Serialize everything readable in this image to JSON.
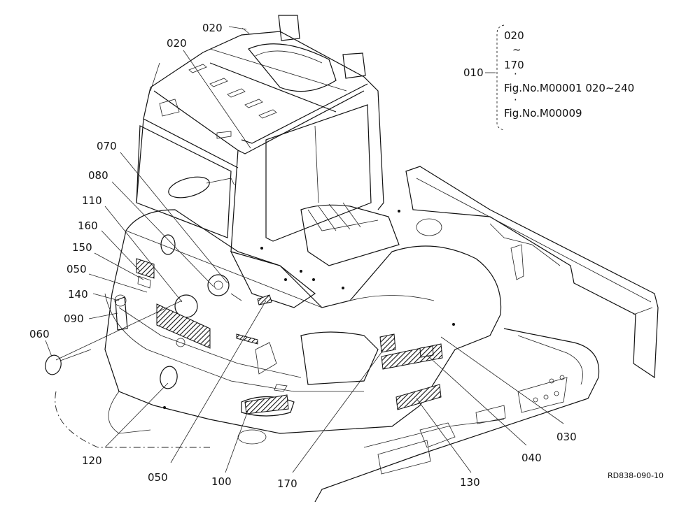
{
  "callouts": [
    {
      "id": "c020a",
      "label": "020"
    },
    {
      "id": "c020b",
      "label": "020"
    },
    {
      "id": "c070",
      "label": "070"
    },
    {
      "id": "c080",
      "label": "080"
    },
    {
      "id": "c110",
      "label": "110"
    },
    {
      "id": "c160",
      "label": "160"
    },
    {
      "id": "c150",
      "label": "150"
    },
    {
      "id": "c050a",
      "label": "050"
    },
    {
      "id": "c140",
      "label": "140"
    },
    {
      "id": "c090",
      "label": "090"
    },
    {
      "id": "c060",
      "label": "060"
    },
    {
      "id": "c120",
      "label": "120"
    },
    {
      "id": "c050b",
      "label": "050"
    },
    {
      "id": "c100",
      "label": "100"
    },
    {
      "id": "c170",
      "label": "170"
    },
    {
      "id": "c130",
      "label": "130"
    },
    {
      "id": "c040",
      "label": "040"
    },
    {
      "id": "c030",
      "label": "030"
    }
  ],
  "legend": {
    "parent": "010",
    "range_start": "020",
    "tilde": "~",
    "range_end": "170",
    "ref_1": "Fig.No.M00001  020∼240",
    "ref_2": "Fig.No.M00009"
  },
  "drawing_ref": "RD838-090-10"
}
